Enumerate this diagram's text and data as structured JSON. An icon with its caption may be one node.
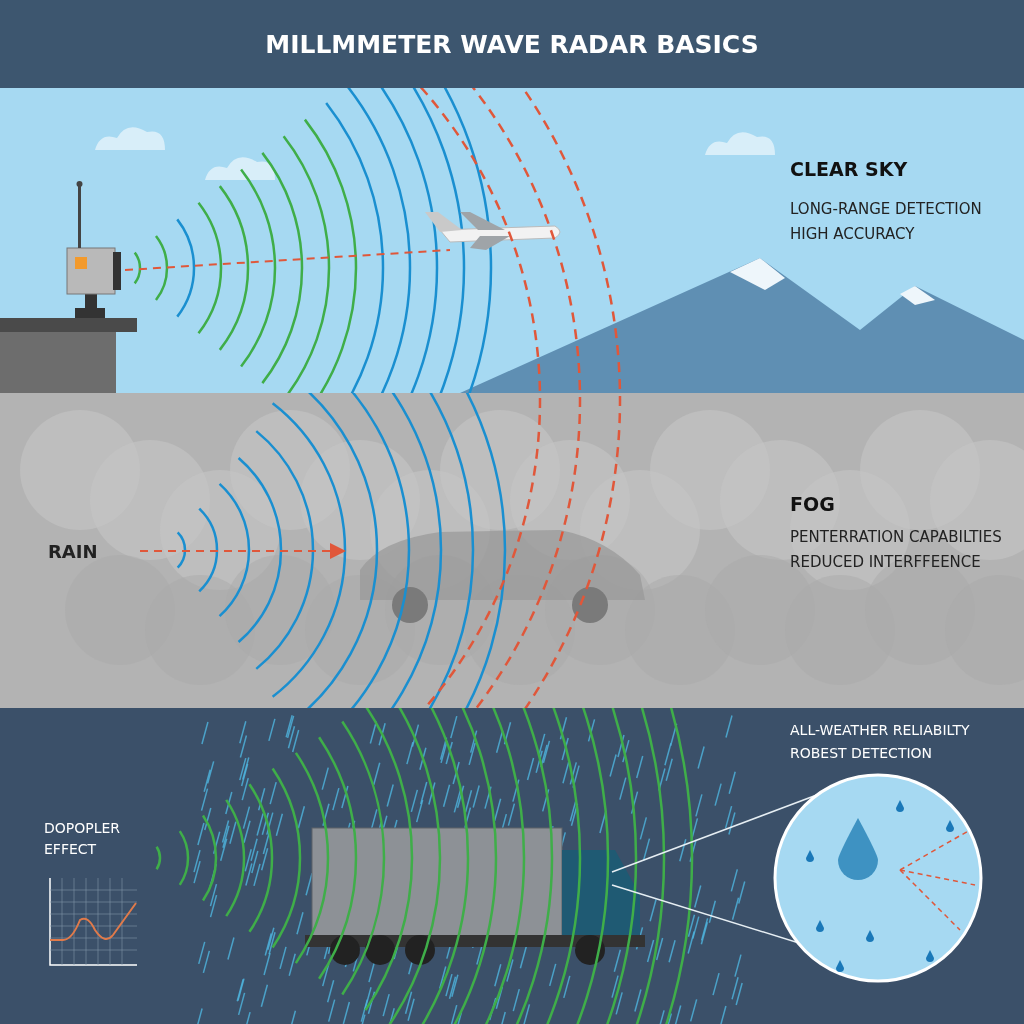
{
  "diagram": {
    "title": "MILLMMETER WAVE RADAR BASICS",
    "labels": [
      "CLEAR SKY",
      "LONG-RANGE DETECTION",
      "HIGH ACCURACY",
      "FOG",
      "PENTERRATION CAPABILTIES",
      "REDUCED INTERFFEENCE",
      "RAIN",
      "ALL-WEATHER RELIABILTY",
      "ROBEST DETECTION",
      "DOPOPLER EFFECT"
    ]
  }
}
